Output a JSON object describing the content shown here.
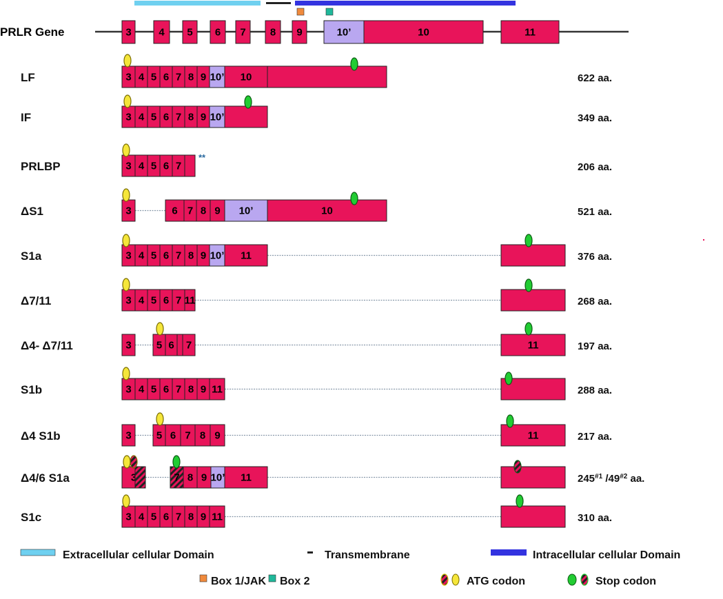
{
  "gene_label": "PRLR Gene",
  "gene_exons": [
    "3",
    "4",
    "5",
    "6",
    "7",
    "8",
    "9",
    "10’",
    "10",
    "11"
  ],
  "isoforms": [
    {
      "name": "LF",
      "exons": [
        "3",
        "4",
        "5",
        "6",
        "7",
        "8",
        "9",
        "10’",
        "10"
      ],
      "size": "622 aa."
    },
    {
      "name": "IF",
      "exons": [
        "3",
        "4",
        "5",
        "6",
        "7",
        "8",
        "9",
        "10’"
      ],
      "size": "349 aa."
    },
    {
      "name": "PRLBP",
      "exons": [
        "3",
        "4",
        "5",
        "6",
        "7"
      ],
      "note": "**",
      "size": "206 aa."
    },
    {
      "name": "ΔS1",
      "exons": [
        "3",
        "6",
        "7",
        "8",
        "9",
        "10’",
        "10"
      ],
      "size": "521 aa."
    },
    {
      "name": "S1a",
      "exons": [
        "3",
        "4",
        "5",
        "6",
        "7",
        "8",
        "9",
        "10’",
        "11"
      ],
      "size": "376 aa."
    },
    {
      "name": "Δ7/11",
      "exons": [
        "3",
        "4",
        "5",
        "6",
        "7",
        "11"
      ],
      "size": "268 aa."
    },
    {
      "name": "Δ4- Δ7/11",
      "exons": [
        "3",
        "5",
        "6",
        "7",
        "11"
      ],
      "size": "197 aa."
    },
    {
      "name": "S1b",
      "exons": [
        "3",
        "4",
        "5",
        "6",
        "7",
        "8",
        "9",
        "11"
      ],
      "size": "288 aa."
    },
    {
      "name": "Δ4 S1b",
      "exons": [
        "3",
        "5",
        "6",
        "7",
        "8",
        "9",
        "11"
      ],
      "size": "217 aa."
    },
    {
      "name": "Δ4/6 S1a",
      "exons": [
        "3",
        "7",
        "8",
        "9",
        "10’",
        "11"
      ],
      "size_main": "245",
      "size_sup1": "#1",
      "size_sep": " /49",
      "size_sup2": "#2",
      "size_tail": " aa."
    },
    {
      "name": "S1c",
      "exons": [
        "3",
        "4",
        "5",
        "6",
        "7",
        "8",
        "9",
        "11"
      ],
      "size": "310 aa."
    }
  ],
  "legend": {
    "extracellular": "Extracellular cellular Domain",
    "transmembrane": "Transmembrane",
    "intracellular": "Intracellular cellular Domain",
    "box1": "Box 1/JAK",
    "box2": "Box 2",
    "atg": "ATG codon",
    "stop": "Stop codon"
  },
  "colors": {
    "exon": "#e8145a",
    "exon10prime": "#b9a7f0",
    "extracellular": "#6fd0f0",
    "transmembrane": "#222222",
    "intracellular": "#3333e0",
    "box1": "#f08a3c",
    "box2": "#1fb89a",
    "atg": "#f5e63a",
    "stop": "#22cc33"
  }
}
